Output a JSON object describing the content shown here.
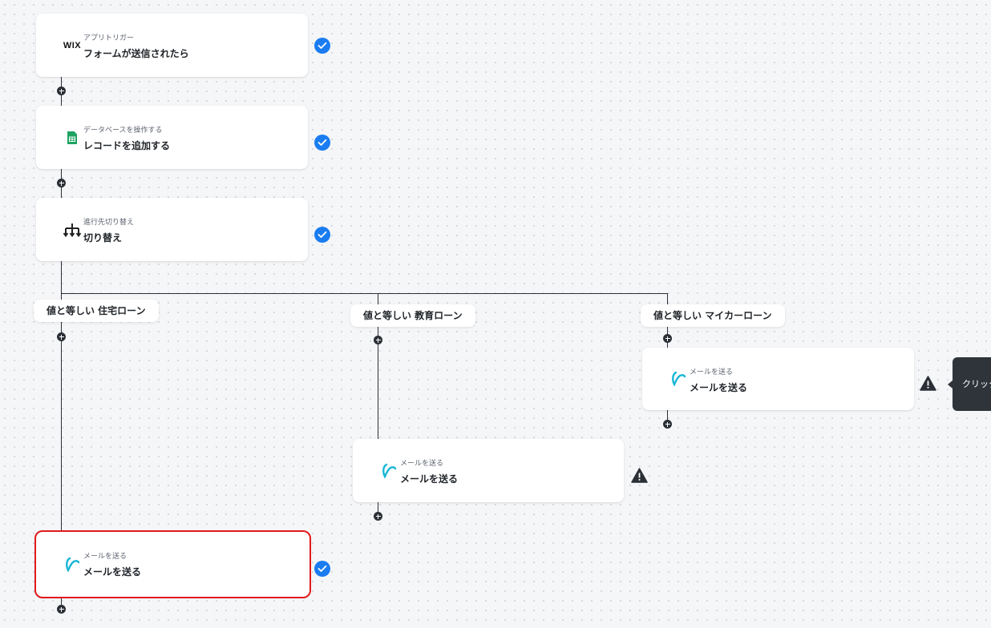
{
  "colors": {
    "accent_check": "#1a7cf0",
    "connector": "#2b2f36",
    "selected_outline": "#e1191b",
    "mail_icon": "#19b6d6",
    "sheets_icon": "#1ea362"
  },
  "steps": [
    {
      "sub": "アプリトリガー",
      "title": "フォームが送信されたら",
      "icon": "wix-logo",
      "icon_text": "WIX",
      "status": "check-icon"
    },
    {
      "sub": "データベースを操作する",
      "title": "レコードを追加する",
      "icon": "spreadsheet-icon",
      "status": "check-icon"
    },
    {
      "sub": "進行先切り替え",
      "title": "切り替え",
      "icon": "branch-switch-icon",
      "status": "check-icon"
    }
  ],
  "branches": [
    {
      "label": "値と等しい 住宅ローン"
    },
    {
      "label": "値と等しい 教育ローン"
    },
    {
      "label": "値と等しい マイカーローン"
    }
  ],
  "branch_steps": [
    {
      "branch": "住宅ローン",
      "sub": "メールを送る",
      "title": "メールを送る",
      "icon": "mail-icon",
      "status": "check-icon",
      "selected": true
    },
    {
      "branch": "教育ローン",
      "sub": "メールを送る",
      "title": "メールを送る",
      "icon": "mail-icon",
      "status": "warning-icon"
    },
    {
      "branch": "マイカーローン",
      "sub": "メールを送る",
      "title": "メールを送る",
      "icon": "mail-icon",
      "status": "warning-icon"
    }
  ],
  "tooltip": {
    "text": "クリック"
  }
}
